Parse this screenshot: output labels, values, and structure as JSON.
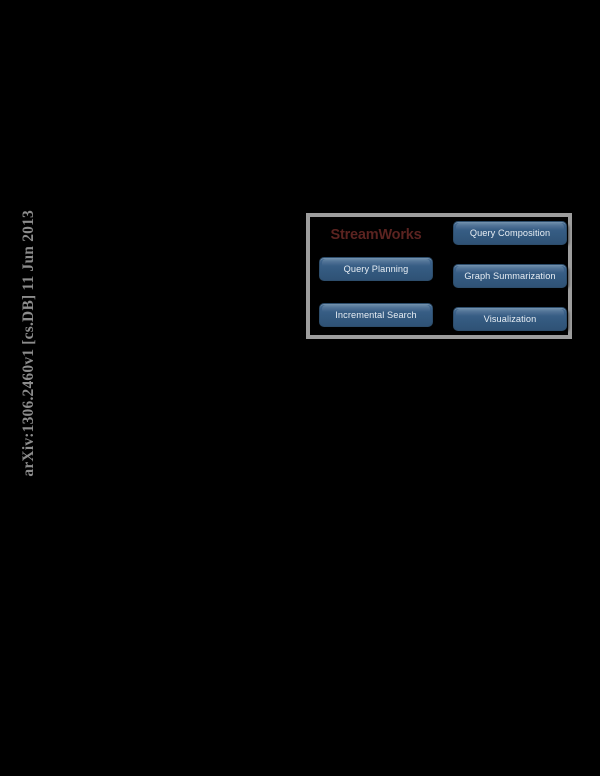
{
  "page": {
    "background_color": "#000000",
    "arxiv_stamp": "arXiv:1306.2460v1  [cs.DB]  11 Jun 2013",
    "arxiv_stamp_color": "#8c8c8c"
  },
  "figure": {
    "frame_border_color": "#9d9d9d",
    "title": {
      "text": "StreamWorks",
      "color": "#5b2320"
    },
    "button_color": "#34597f",
    "button_text_color": "#e8eef4",
    "left_column": [
      {
        "label": "Query Planning"
      },
      {
        "label": "Incremental Search"
      }
    ],
    "right_column": [
      {
        "label": "Query Composition"
      },
      {
        "label": "Graph Summarization"
      },
      {
        "label": "Visualization"
      }
    ]
  }
}
